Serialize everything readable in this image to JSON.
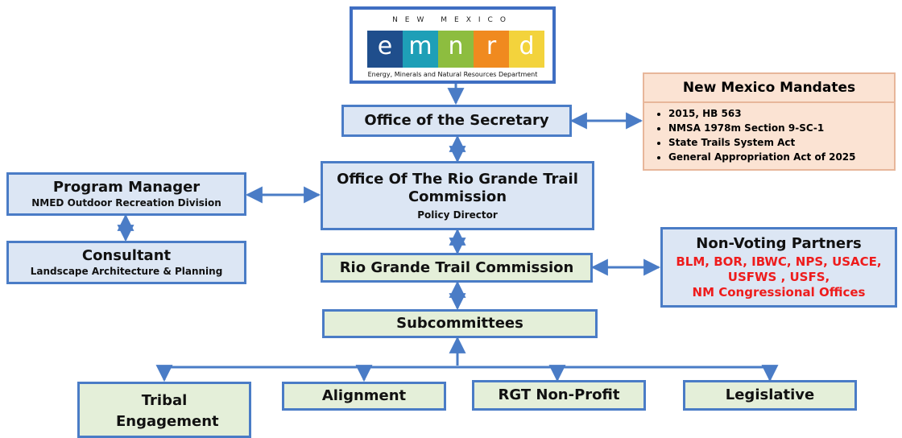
{
  "logo": {
    "state": "NEW MEXICO",
    "letters": [
      "e",
      "m",
      "n",
      "r",
      "d"
    ],
    "tile_colors": [
      "#1f4e8c",
      "#1e9fb7",
      "#8dbd3f",
      "#f08a1f",
      "#f3d33c"
    ],
    "department": "Energy, Minerals and Natural Resources Department"
  },
  "secretary": {
    "title": "Office of the Secretary"
  },
  "mandates": {
    "title": "New Mexico Mandates",
    "items": [
      "2015, HB 563",
      "NMSA 1978m Section 9-SC-1",
      "State Trails System Act",
      "General Appropriation Act of 2025"
    ]
  },
  "rgt_office": {
    "title": "Office Of The Rio Grande Trail Commission",
    "subtitle": "Policy Director"
  },
  "program_manager": {
    "title": "Program Manager",
    "subtitle": "NMED Outdoor Recreation Division"
  },
  "consultant": {
    "title": "Consultant",
    "subtitle": "Landscape Architecture & Planning"
  },
  "commission": {
    "title": "Rio Grande Trail Commission"
  },
  "partners": {
    "title": "Non-Voting Partners",
    "lines": [
      "BLM, BOR, IBWC, NPS, USACE,",
      "USFWS , USFS,",
      "NM Congressional Offices"
    ]
  },
  "subcommittees": {
    "title": "Subcommittees"
  },
  "children": [
    "Tribal Engagement",
    "Alignment",
    "RGT Non-Profit",
    "Legislative"
  ],
  "colors": {
    "blue_fill": "#dce6f4",
    "green_fill": "#e4efd9",
    "peach_fill": "#fbe3d3",
    "border": "#4a7cc6",
    "connector": "#4a7cc6",
    "partner_text": "#ee1c1c"
  }
}
